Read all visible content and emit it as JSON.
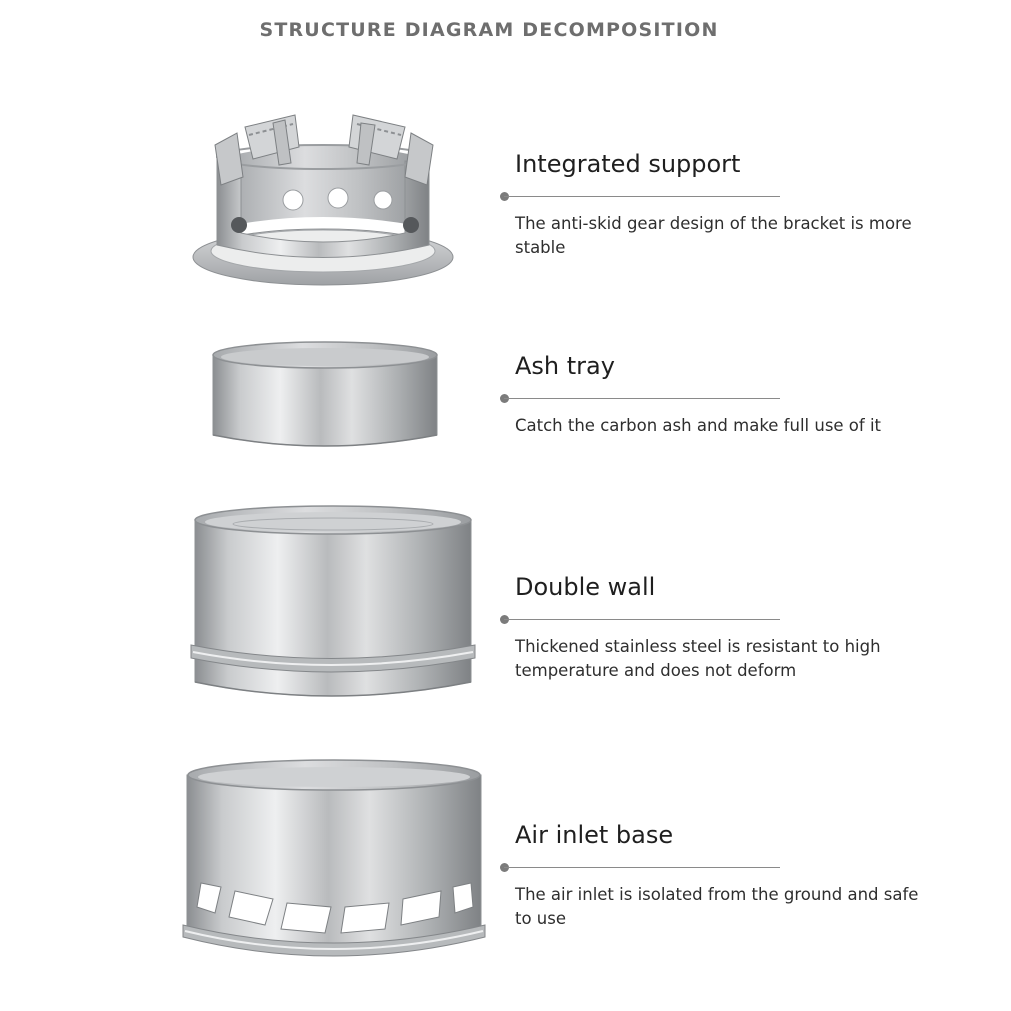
{
  "header": {
    "title": "STRUCTURE DIAGRAM DECOMPOSITION"
  },
  "components": [
    {
      "name": "Integrated support",
      "description": "The anti-skid gear design of the bracket is more stable"
    },
    {
      "name": "Ash tray",
      "description": "Catch the carbon ash and make full use of it"
    },
    {
      "name": "Double wall",
      "description": "Thickened stainless steel is resistant to high temperature and does not deform"
    },
    {
      "name": "Air inlet base",
      "description": "The air inlet is isolated from the ground and safe to use"
    }
  ],
  "colors": {
    "title_text": "#6e6e6e",
    "heading_text": "#1f1f1f",
    "body_text": "#2e2e2e",
    "rule": "#8a8a8a",
    "steel_light": "#e6e7e8",
    "steel_mid": "#c2c4c6",
    "steel_dark": "#8d9093"
  }
}
